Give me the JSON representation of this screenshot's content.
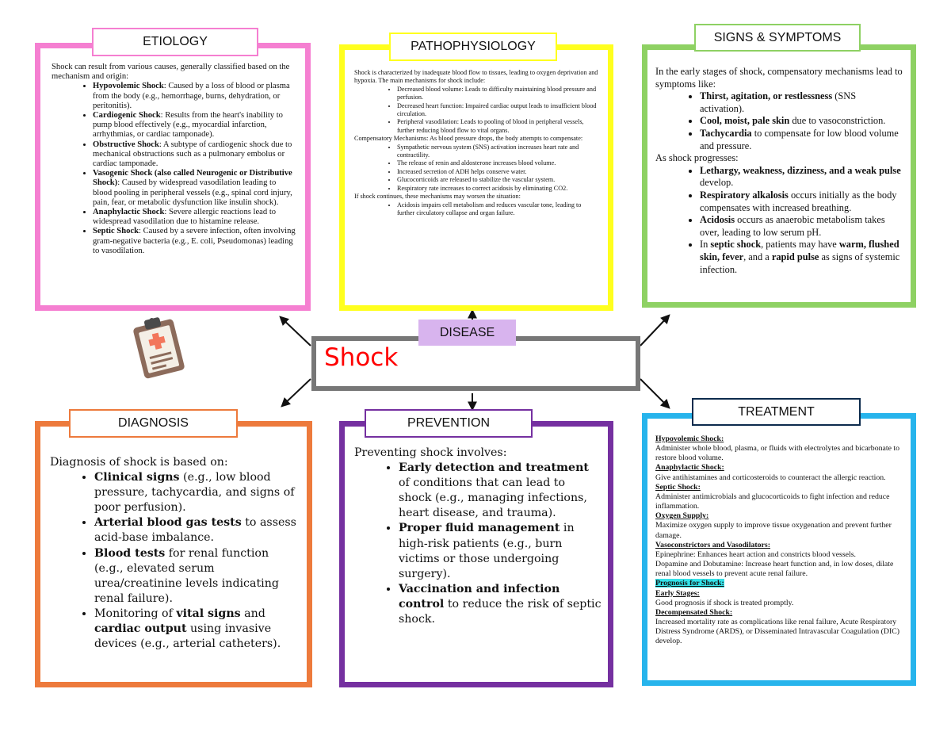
{
  "center": {
    "label": "DISEASE",
    "title": "Shock"
  },
  "etiology": {
    "label": "ETIOLOGY",
    "intro": "Shock can result from various causes, generally classified based on the mechanism and origin:",
    "items": [
      {
        "bold": "Hypovolemic Shock",
        "text": ": Caused by a loss of blood or plasma from the body (e.g., hemorrhage, burns, dehydration, or peritonitis)."
      },
      {
        "bold": "Cardiogenic Shock",
        "text": ": Results from the heart's inability to pump blood effectively (e.g., myocardial infarction, arrhythmias, or cardiac tamponade)."
      },
      {
        "bold": "Obstructive Shock",
        "text": ": A subtype of cardiogenic shock due to mechanical obstructions such as a pulmonary embolus or cardiac tamponade."
      },
      {
        "bold": "Vasogenic Shock (also called Neurogenic or Distributive Shock)",
        "text": ": Caused by widespread vasodilation leading to blood pooling in peripheral vessels (e.g., spinal cord injury, pain, fear, or metabolic dysfunction like insulin shock)."
      },
      {
        "bold": "Anaphylactic Shock",
        "text": ": Severe allergic reactions lead to widespread vasodilation due to histamine release."
      },
      {
        "bold": "Septic Shock",
        "text": ": Caused by a severe infection, often involving gram-negative bacteria (e.g., E. coli, Pseudomonas) leading to vasodilation."
      }
    ]
  },
  "pathophysiology": {
    "label": "PATHOPHYSIOLOGY",
    "intro": "Shock is characterized by inadequate blood flow to tissues, leading to oxygen deprivation and hypoxia. The main mechanisms for shock include:",
    "mechanisms": [
      "Decreased blood volume: Leads to difficulty maintaining blood pressure and perfusion.",
      "Decreased heart function: Impaired cardiac output leads to insufficient blood circulation.",
      "Peripheral vasodilation: Leads to pooling of blood in peripheral vessels, further reducing blood flow to vital organs."
    ],
    "compensatory_intro": "Compensatory Mechanisms: As blood pressure drops, the body attempts to compensate:",
    "compensatory": [
      "Sympathetic nervous system (SNS) activation increases heart rate and contractility.",
      "The release of renin and aldosterone increases blood volume.",
      "Increased secretion of ADH helps conserve water.",
      "Glucocorticoids are released to stabilize the vascular system.",
      "Respiratory rate increases to correct acidosis by eliminating CO2."
    ],
    "continues_intro": "If shock continues, these mechanisms may worsen the situation:",
    "continues": [
      "Acidosis impairs cell metabolism and reduces vascular tone, leading to further circulatory collapse and organ failure."
    ]
  },
  "signs": {
    "label": "SIGNS & SYMPTOMS",
    "early_intro": "In the early stages of shock, compensatory mechanisms lead to symptoms like:",
    "early": [
      {
        "bold": "Thirst, agitation, or restlessness",
        "text": " (SNS activation)."
      },
      {
        "bold": "Cool, moist, pale skin",
        "text": " due to vasoconstriction."
      },
      {
        "bold": "Tachycardia",
        "text": " to compensate for low blood volume and pressure."
      }
    ],
    "progress_intro": "As shock progresses:",
    "progress": [
      {
        "bold": "Lethargy, weakness, dizziness, and a weak pulse",
        "text": " develop."
      },
      {
        "bold": "Respiratory alkalosis",
        "text": " occurs initially as the body compensates with increased breathing."
      },
      {
        "bold": "Acidosis",
        "text": " occurs as anaerobic metabolism takes over, leading to low serum pH."
      }
    ],
    "septic": {
      "a": "In ",
      "b1": "septic shock",
      "c": ", patients may have ",
      "b2": "warm, flushed skin, fever",
      "d": ", and a ",
      "b3": "rapid pulse",
      "e": " as signs of systemic infection."
    }
  },
  "diagnosis": {
    "label": "DIAGNOSIS",
    "intro": "Diagnosis of shock is based on:",
    "items": [
      {
        "pre": "",
        "bold": "Clinical signs",
        "text": " (e.g., low blood pressure, tachycardia, and signs of poor perfusion)."
      },
      {
        "pre": "",
        "bold": "Arterial blood gas tests",
        "text": " to assess acid-base imbalance."
      },
      {
        "pre": "",
        "bold": "Blood tests",
        "text": " for renal function (e.g., elevated serum urea/creatinine levels indicating renal failure)."
      },
      {
        "pre": "Monitoring of ",
        "bold": "vital signs",
        "mid": " and ",
        "bold2": "cardiac output",
        "text": " using invasive devices (e.g., arterial catheters)."
      }
    ]
  },
  "prevention": {
    "label": "PREVENTION",
    "intro": "Preventing shock involves:",
    "items": [
      {
        "bold": "Early detection and treatment",
        "text": " of conditions that can lead to shock (e.g., managing infections, heart disease, and trauma)."
      },
      {
        "bold": "Proper fluid management",
        "text": " in high-risk patients (e.g., burn victims or those undergoing surgery)."
      },
      {
        "bold": "Vaccination and infection control",
        "text": " to reduce the risk of septic shock."
      }
    ]
  },
  "treatment": {
    "label": "TREATMENT",
    "sections": [
      {
        "heading": "Hypovolemic Shock:",
        "text": "Administer whole blood, plasma, or fluids with electrolytes and bicarbonate to restore blood volume."
      },
      {
        "heading": "Anaphylactic Shock:",
        "text": "Give antihistamines and corticosteroids to counteract the allergic reaction."
      },
      {
        "heading": "Septic Shock:",
        "text": "Administer antimicrobials and glucocorticoids to fight infection and reduce inflammation."
      },
      {
        "heading": "Oxygen Supply:",
        "text": "Maximize oxygen supply to improve tissue oxygenation and prevent further damage."
      },
      {
        "heading": "Vasoconstrictors and Vasodilators:",
        "text": "Epinephrine: Enhances heart action and constricts blood vessels.",
        "text2": "Dopamine and Dobutamine: Increase heart function and, in low doses, dilate renal blood vessels to prevent acute renal failure."
      }
    ],
    "prognosis_heading": "Prognosis for Shock:",
    "prognosis": [
      {
        "heading": "Early Stages:",
        "text": "Good prognosis if shock is treated promptly."
      },
      {
        "heading": "Decompensated Shock:",
        "text": "Increased mortality rate as complications like renal failure, Acute Respiratory Distress Syndrome (ARDS), or Disseminated Intravascular Coagulation (DIC) develop."
      }
    ]
  },
  "colors": {
    "etiology": "#f57fd1",
    "pathophysiology": "#ffff1e",
    "signs": "#8ed163",
    "diagnosis": "#ed7a3c",
    "prevention": "#7530a0",
    "treatment": "#27b4ec",
    "center_border": "#777777",
    "center_label": "#d8b4ee",
    "title": "#ff0000"
  },
  "icons": {
    "clipboard": "clipboard-medical-icon"
  }
}
